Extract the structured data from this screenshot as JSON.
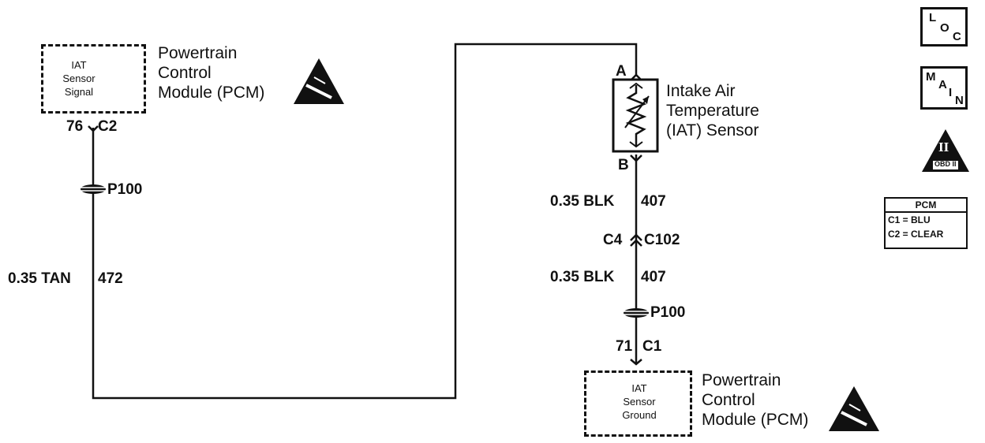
{
  "pcm_signal": {
    "box_text": [
      "IAT",
      "Sensor",
      "Signal"
    ],
    "module_label": [
      "Powertrain",
      "Control",
      "Module (PCM)"
    ],
    "pin": "76",
    "connector": "C2"
  },
  "left_splice": "P100",
  "left_wire": {
    "gauge_color": "0.35 TAN",
    "circuit": "472"
  },
  "iat_sensor": {
    "label": [
      "Intake Air",
      "Temperature",
      "(IAT) Sensor"
    ],
    "terminal_a": "A",
    "terminal_b": "B"
  },
  "right_wire_upper": {
    "gauge_color": "0.35 BLK",
    "circuit": "407"
  },
  "inline_connector": {
    "left": "C4",
    "right": "C102"
  },
  "right_wire_lower": {
    "gauge_color": "0.35 BLK",
    "circuit": "407"
  },
  "right_splice": "P100",
  "pcm_ground": {
    "pin": "71",
    "connector": "C1",
    "box_text": [
      "IAT",
      "Sensor",
      "Ground"
    ],
    "module_label": [
      "Powertrain",
      "Control",
      "Module (PCM)"
    ]
  },
  "icons": {
    "loc": {
      "l": "L",
      "o": "O",
      "c": "C"
    },
    "main": {
      "m": "M",
      "a": "A",
      "i": "I",
      "n": "N"
    },
    "obd": {
      "roman": "II",
      "label": "OBD II"
    }
  },
  "pcm_legend": {
    "title": "PCM",
    "rows": [
      "C1 = BLU",
      "C2 = CLEAR"
    ]
  }
}
